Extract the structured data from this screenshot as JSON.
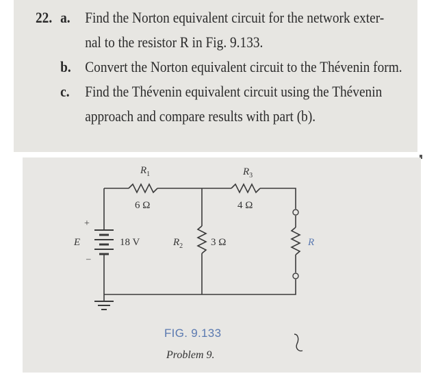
{
  "problem": {
    "number": "22.",
    "parts": [
      {
        "label": "a.",
        "lines": [
          "Find the Norton equivalent circuit for the network exter-",
          "nal to the resistor R in Fig. 9.133."
        ]
      },
      {
        "label": "b.",
        "lines": [
          "Convert the Norton equivalent circuit to the Thévenin form."
        ]
      },
      {
        "label": "c.",
        "lines": [
          "Find the Thévenin equivalent circuit using the Thévenin",
          "approach and compare results with part (b)."
        ]
      }
    ]
  },
  "circuit": {
    "R1": {
      "name": "R",
      "sub": "1",
      "value": "6 Ω"
    },
    "R3": {
      "name": "R",
      "sub": "3",
      "value": "4 Ω"
    },
    "R2": {
      "name": "R",
      "sub": "2",
      "value": "3 Ω"
    },
    "source": {
      "name": "E",
      "value": "18 V",
      "plus": "+",
      "minus": "–"
    },
    "load": {
      "name": "R"
    }
  },
  "figure": {
    "label": "FIG. 9.133",
    "caption": "Problem 9."
  },
  "colors": {
    "page_top": "#e7e6e2",
    "page_bottom": "#e8e7e4",
    "ink": "#2a2a2a",
    "wire": "#3a3a3a",
    "fig_label_blue": "#5a79b0"
  }
}
